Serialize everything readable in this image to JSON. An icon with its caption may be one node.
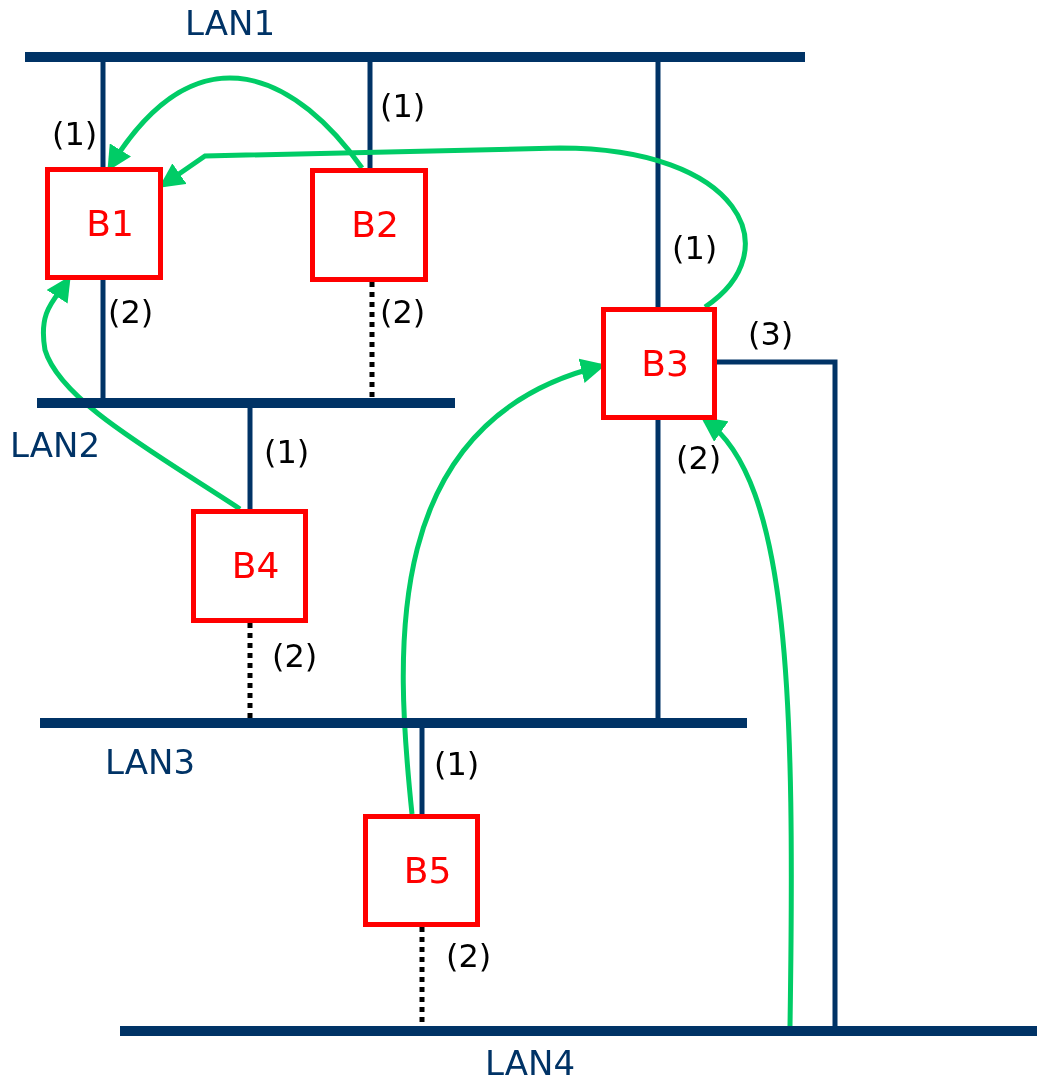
{
  "diagram": {
    "nodes": [
      {
        "text": [
          "LAN1"
        ]
      },
      {
        "text": [
          "LAN2"
        ]
      },
      {
        "text": [
          "LAN3"
        ]
      },
      {
        "text": [
          "LAN4"
        ]
      },
      {
        "text": [
          "B1"
        ]
      },
      {
        "text": [
          "B2"
        ]
      },
      {
        "text": [
          "B3"
        ]
      },
      {
        "text": [
          "B4"
        ]
      },
      {
        "text": [
          "B5"
        ]
      }
    ],
    "edges": [
      {
        "from": 4,
        "to": 0,
        "arrow": "none",
        "label": "(1)"
      },
      {
        "from": 4,
        "to": 1,
        "arrow": "none",
        "label": "(2)"
      },
      {
        "from": 5,
        "to": 0,
        "arrow": "none",
        "label": "(1)"
      },
      {
        "from": 5,
        "to": 1,
        "arrow": "none",
        "label": "(2)",
        "style": "dashed",
        "color": "#000000"
      },
      {
        "from": 6,
        "to": 0,
        "arrow": "none",
        "label": "(1)"
      },
      {
        "from": 6,
        "to": 2,
        "arrow": "none",
        "label": "(2)"
      },
      {
        "from": 6,
        "to": 3,
        "arrow": "none",
        "label": "(3)"
      },
      {
        "from": 7,
        "to": 1,
        "arrow": "none",
        "label": "(1)"
      },
      {
        "from": 7,
        "to": 2,
        "arrow": "none",
        "label": "(2)",
        "style": "dashed",
        "color": "#000000"
      },
      {
        "from": 8,
        "to": 2,
        "arrow": "none",
        "label": "(1)"
      },
      {
        "from": 8,
        "to": 3,
        "arrow": "none",
        "label": "(2)",
        "style": "dashed",
        "color": "#000000"
      },
      {
        "from": 5,
        "to": 4,
        "arrow": "to",
        "color": "#00cc66"
      },
      {
        "from": 6,
        "to": 4,
        "arrow": "to",
        "color": "#00cc66"
      },
      {
        "from": 7,
        "to": 4,
        "arrow": "to",
        "color": "#00cc66"
      },
      {
        "from": 8,
        "to": 6,
        "arrow": "to",
        "color": "#00cc66"
      },
      {
        "from": 3,
        "to": 6,
        "arrow": "to",
        "color": "#00cc66"
      }
    ]
  }
}
